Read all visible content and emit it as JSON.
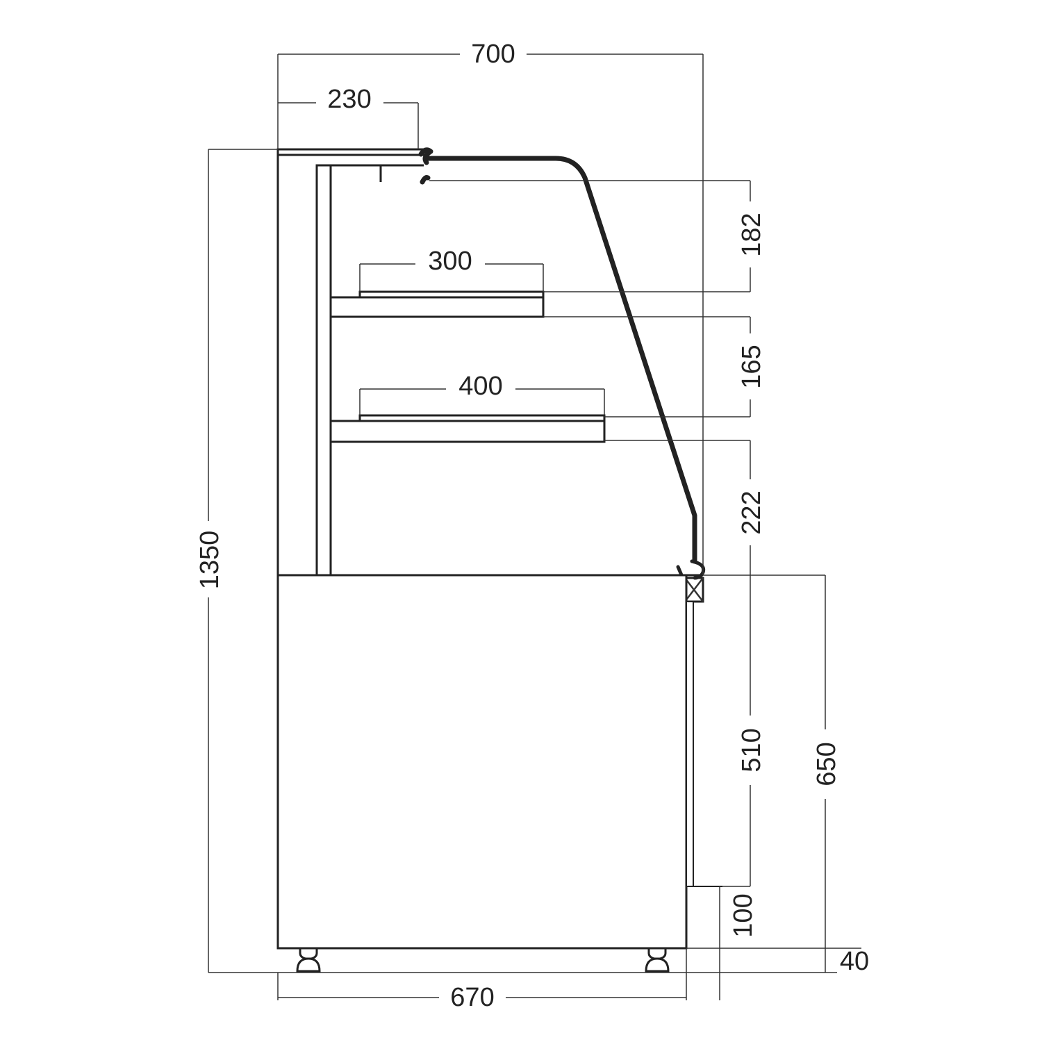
{
  "dimensions": {
    "overall_width": "700",
    "top_frame_depth": "230",
    "upper_shelf_depth": "300",
    "lower_shelf_depth": "400",
    "top_to_upper_shelf": "182",
    "upper_to_lower_shelf": "165",
    "lower_shelf_to_worktop": "222",
    "overall_height": "1350",
    "worktop_to_plinth": "510",
    "worktop_height": "650",
    "plinth_height": "100",
    "foot_height": "40",
    "base_depth": "670"
  }
}
